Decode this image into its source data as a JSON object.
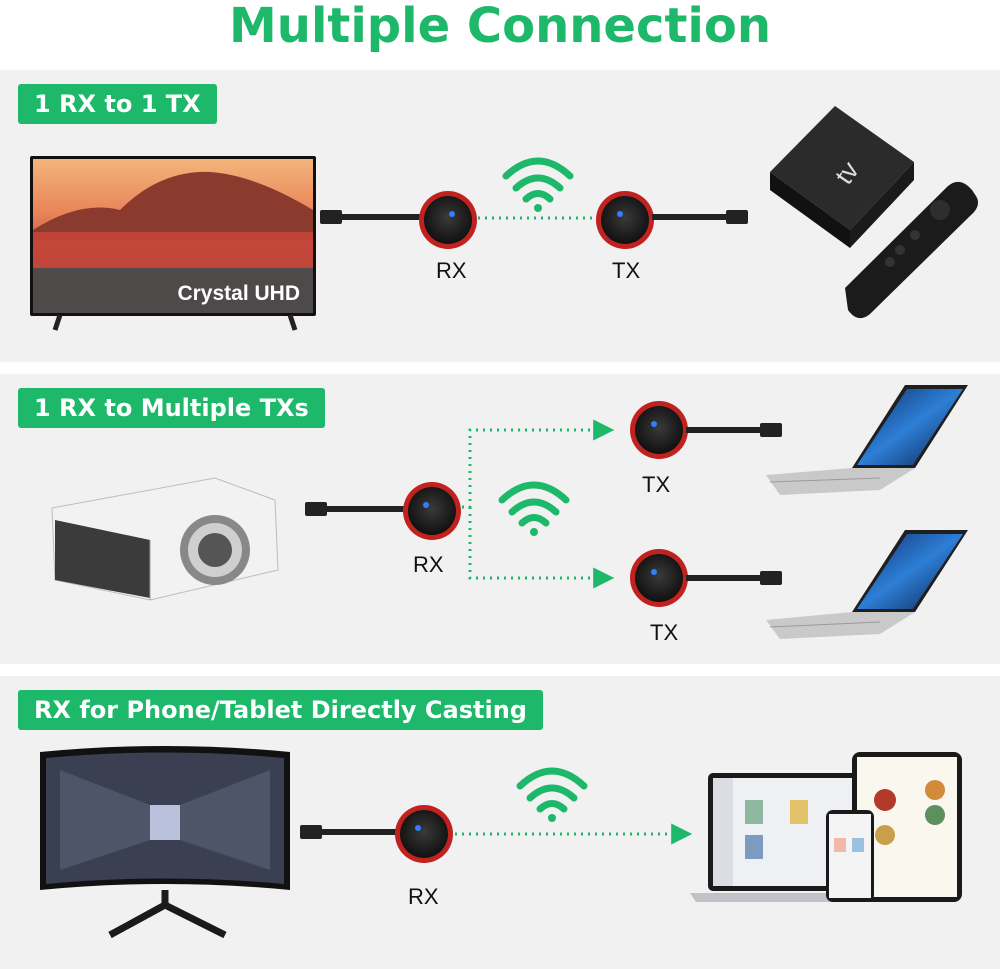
{
  "page": {
    "title": "Multiple Connection"
  },
  "sections": [
    {
      "badge": "1 RX to 1 TX",
      "tv_screen_text": "Crystal UHD",
      "rx_label": "RX",
      "tx_label": "TX",
      "tv_box_logo_text": "tv"
    },
    {
      "badge": "1 RX to Multiple TXs",
      "rx_label": "RX",
      "tx_top_label": "TX",
      "tx_bottom_label": "TX"
    },
    {
      "badge": "RX for Phone/Tablet Directly Casting",
      "rx_label": "RX"
    }
  ],
  "colors": {
    "brand_green": "#1db86a",
    "panel_bg": "#f1f1f1",
    "dongle_ring": "#c0221f"
  },
  "icons": [
    "wifi-icon",
    "dongle-icon",
    "arrow-icon",
    "tv-icon",
    "tv-box-icon",
    "remote-icon",
    "projector-icon",
    "laptop-icon",
    "monitor-icon",
    "tablet-icon",
    "phone-icon"
  ]
}
